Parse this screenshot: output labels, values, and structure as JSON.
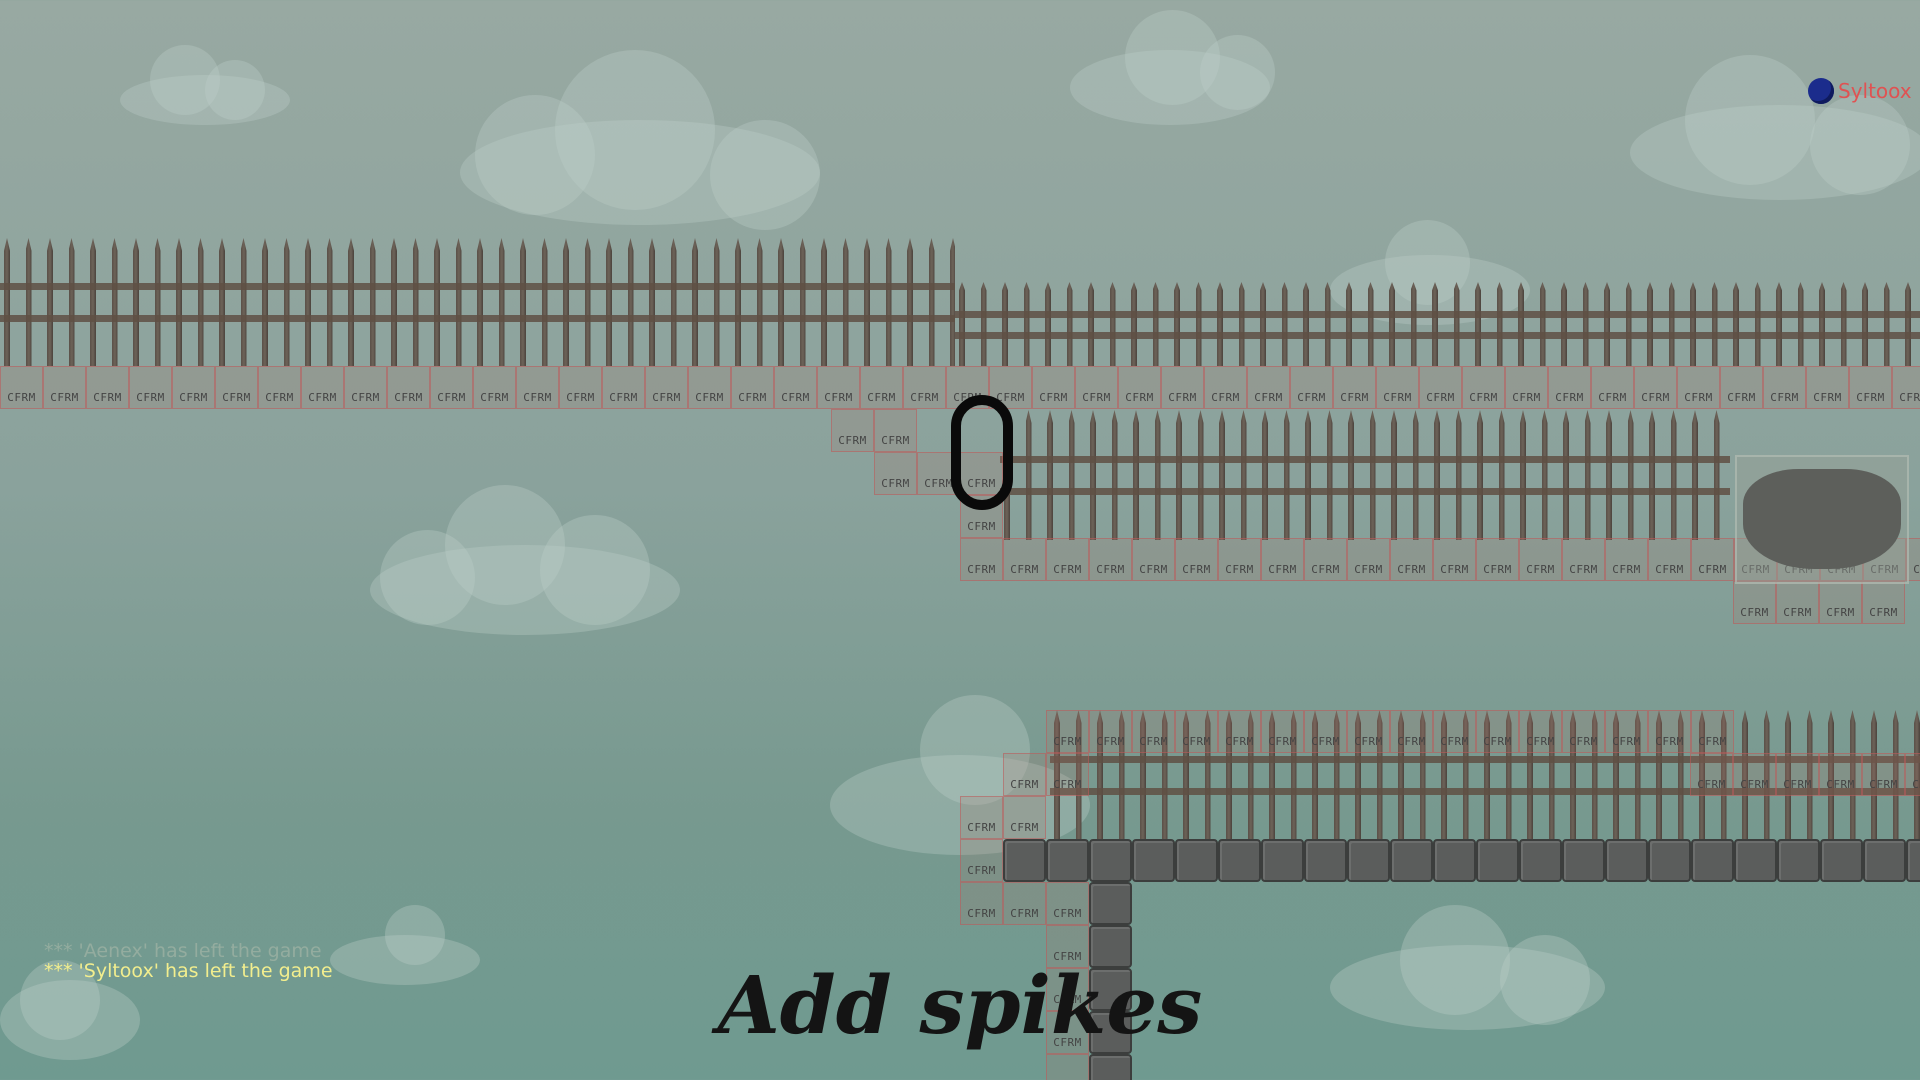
{
  "player_tag": {
    "name": "Syltoox"
  },
  "chat": {
    "faded_line": "*** 'Aenex' has left the game",
    "active_line": "*** 'Syltoox' has left the game"
  },
  "caption": "Add spikes",
  "tile_label": "CFRM",
  "colors": {
    "background": "#8aa29c",
    "name": "#e05252",
    "chat": "#f2ee8e",
    "caption": "#141414"
  }
}
